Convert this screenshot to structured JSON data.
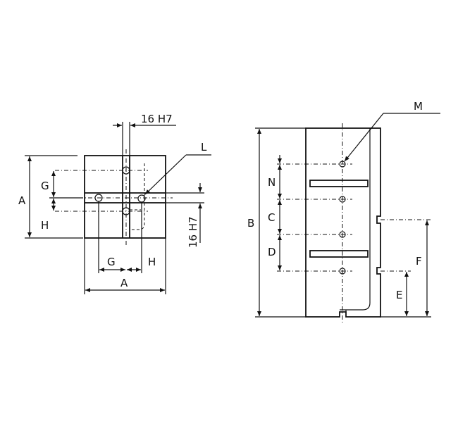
{
  "labels": {
    "tolerance_top": "16 H7",
    "tolerance_right": "16 H7",
    "L": "L",
    "M": "M",
    "A_left": "A",
    "A_bottom": "A",
    "G_left": "G",
    "G_bottom": "G",
    "H_left": "H",
    "H_bottom": "H",
    "B": "B",
    "N": "N",
    "C": "C",
    "D": "D",
    "E": "E",
    "F": "F"
  }
}
